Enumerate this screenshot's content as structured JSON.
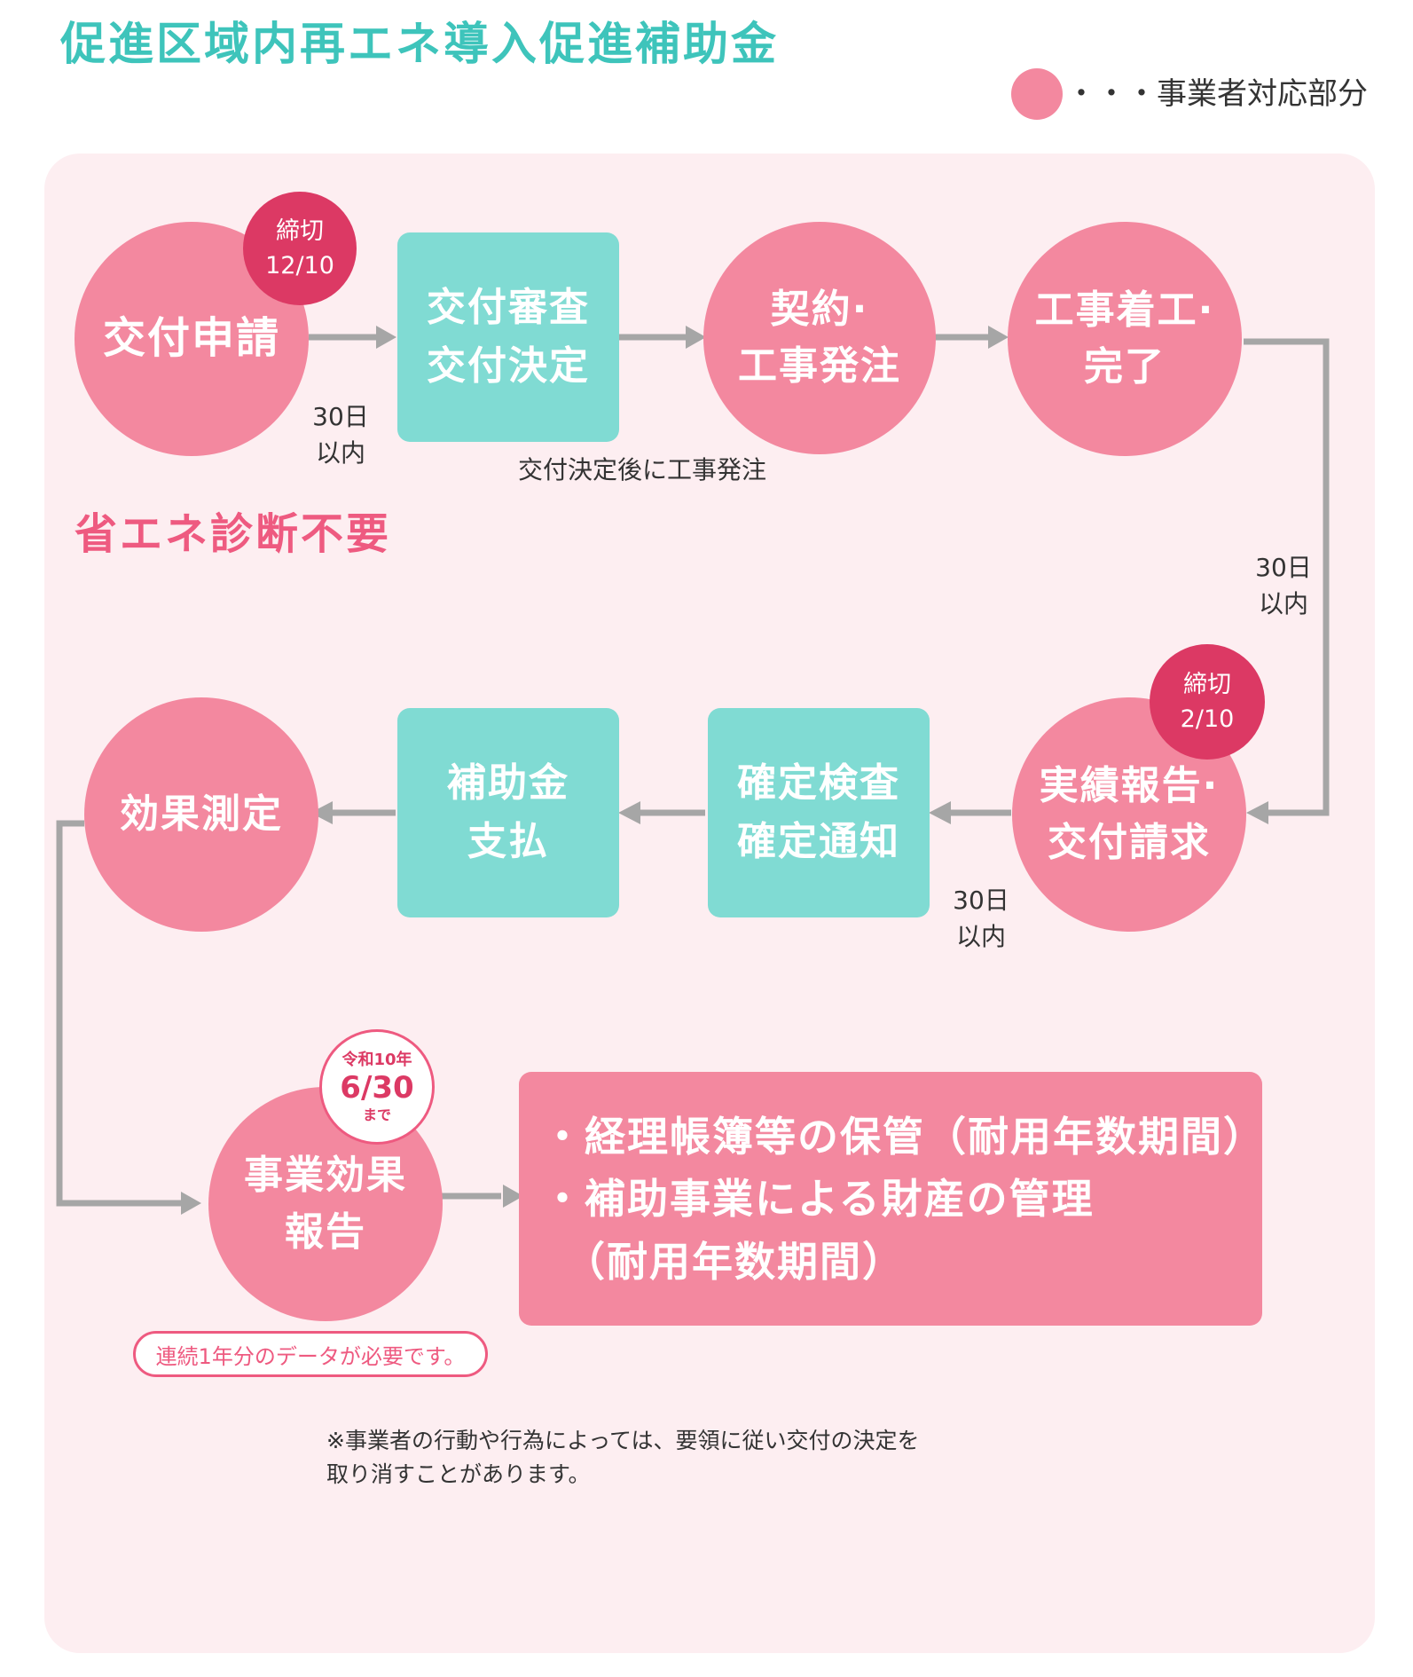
{
  "title": "促進区域内再エネ導入促進補助金",
  "legend": {
    "label": "・・・事業者対応部分",
    "color": "#f3889f"
  },
  "colors": {
    "company_step": "#f3889f",
    "gov_step": "#80dbd3",
    "deadline": "#dc3964",
    "accent_text": "#ee5a80",
    "title": "#3ec4bb",
    "arrow": "#a6a6a6"
  },
  "steps": {
    "application": "交付申請",
    "review": "交付審査\n交付決定",
    "contract": "契約·\n工事発注",
    "construction": "工事着工·\n完了",
    "report": "実績報告·\n交付請求",
    "inspection": "確定検査\n確定通知",
    "payment": "補助金\n支払",
    "measurement": "効果測定",
    "effect_report": "事業効果\n報告"
  },
  "deadlines": {
    "application": "締切\n12/10",
    "report": "締切\n2/10",
    "effect_report": {
      "top": "令和10年",
      "date": "6/30",
      "bottom": "まで"
    }
  },
  "notes": {
    "within30_a": "30日\n以内",
    "order_after": "交付決定後に工事発注",
    "within30_b": "30日\n以内",
    "within30_c": "30日\n以内"
  },
  "no_audit": "省エネ診断不要",
  "retention": [
    "・経理帳簿等の保管（耐用年数期間）",
    "・補助事業による財産の管理",
    "　（耐用年数期間）"
  ],
  "data_note": "連続1年分のデータが必要です。",
  "footnote": "※事業者の行動や行為によっては、要領に従い交付の決定を\n取り消すことがあります。"
}
